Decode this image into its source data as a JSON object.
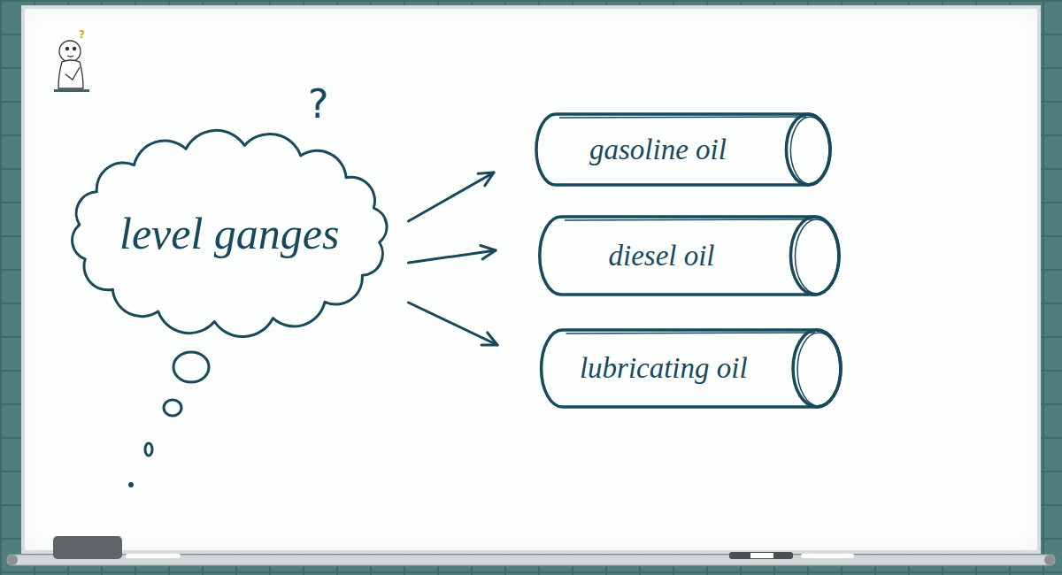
{
  "diagram": {
    "nodes": [
      {
        "text": [
          "level ganges"
        ]
      },
      {
        "text": [
          "gasoline oil"
        ]
      },
      {
        "text": [
          "diesel oil"
        ]
      },
      {
        "text": [
          "lubricating oil"
        ]
      }
    ],
    "edges": [
      {
        "from": 0,
        "to": 1,
        "arrow": "to"
      },
      {
        "from": 0,
        "to": 2,
        "arrow": "to"
      },
      {
        "from": 0,
        "to": 3,
        "arrow": "to"
      }
    ],
    "labels": [
      "?",
      "?"
    ]
  }
}
